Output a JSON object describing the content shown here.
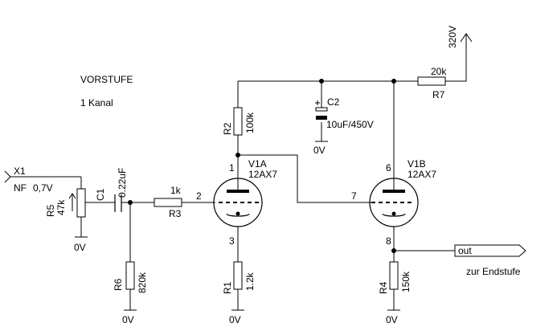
{
  "title": "VORSTUFE",
  "subtitle": "1 Kanal",
  "input": {
    "ref": "X1",
    "label": "NF",
    "level": "0,7V"
  },
  "supply": {
    "voltage": "320V"
  },
  "output": {
    "port": "out",
    "destination": "zur Endstufe"
  },
  "ground_label": "0V",
  "components": {
    "R5": {
      "ref": "R5",
      "value": "47k"
    },
    "C1": {
      "ref": "C1",
      "value": "0.22uF"
    },
    "R3": {
      "ref": "R3",
      "value": "1k"
    },
    "R6": {
      "ref": "R6",
      "value": "820k"
    },
    "R2": {
      "ref": "R2",
      "value": "100k"
    },
    "R1": {
      "ref": "R1",
      "value": "1.2k"
    },
    "C2": {
      "ref": "C2",
      "value": "10uF/450V",
      "polarity": "+"
    },
    "R7": {
      "ref": "R7",
      "value": "20k"
    },
    "R4": {
      "ref": "R4",
      "value": "150k"
    }
  },
  "tubes": {
    "V1A": {
      "ref": "V1A",
      "type": "12AX7",
      "pins": {
        "plate": "1",
        "grid": "2",
        "cathode": "3"
      }
    },
    "V1B": {
      "ref": "V1B",
      "type": "12AX7",
      "pins": {
        "plate": "6",
        "grid": "7",
        "cathode": "8"
      }
    }
  }
}
